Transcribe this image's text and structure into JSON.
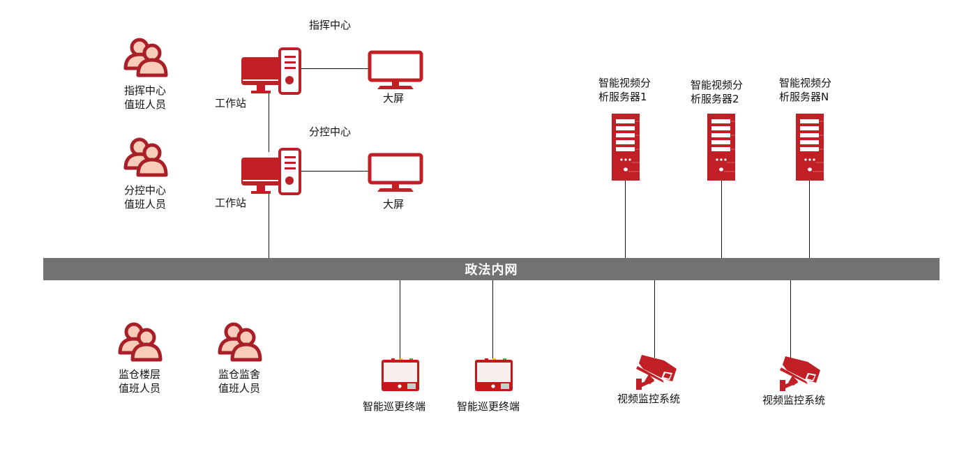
{
  "colors": {
    "accent_red": "#c01f26",
    "person_fill": "#f8cbbb",
    "person_stroke": "#a81f27",
    "bus_gray": "#727272",
    "terminal_screen": "#f7eeee"
  },
  "network": {
    "label": "政法内网"
  },
  "command_center": {
    "title": "指挥中心",
    "staff_label": [
      "指挥中心",
      "值班人员"
    ],
    "workstation_label": "工作站",
    "screen_label": "大屏"
  },
  "sub_center": {
    "title": "分控中心",
    "staff_label": [
      "分控中心",
      "值班人员"
    ],
    "workstation_label": "工作站",
    "screen_label": "大屏"
  },
  "servers": [
    {
      "label": [
        "智能视频分",
        "析服务器1"
      ]
    },
    {
      "label": [
        "智能视频分",
        "析服务器2"
      ]
    },
    {
      "label": [
        "智能视频分",
        "析服务器N"
      ]
    }
  ],
  "bottom_staff": [
    {
      "label": [
        "监仓楼层",
        "值班人员"
      ]
    },
    {
      "label": [
        "监仓监舍",
        "值班人员"
      ]
    }
  ],
  "terminals": [
    {
      "label": "智能巡更终端"
    },
    {
      "label": "智能巡更终端"
    }
  ],
  "cameras": [
    {
      "label": "视频监控系统"
    },
    {
      "label": "视频监控系统"
    }
  ]
}
